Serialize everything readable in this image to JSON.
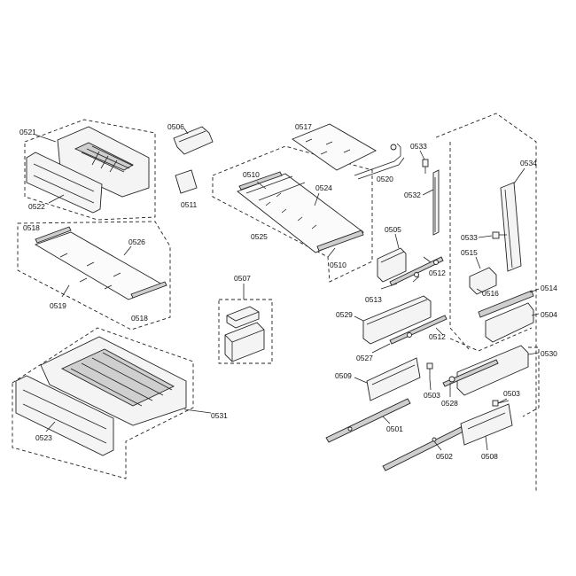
{
  "labels": {
    "l0521": "0521",
    "l0522": "0522",
    "l0506": "0506",
    "l0511": "0511",
    "l0517": "0517",
    "l0533a": "0533",
    "l0534": "0534",
    "l0520": "0520",
    "l0532": "0532",
    "l0510a": "0510",
    "l0524": "0524",
    "l0525": "0525",
    "l0510b": "0510",
    "l0518a": "0518",
    "l0526": "0526",
    "l0519": "0519",
    "l0518b": "0518",
    "l0533b": "0533",
    "l0505": "0505",
    "l0515": "0515",
    "l0512a": "0512",
    "l0513": "0513",
    "l0516": "0516",
    "l0514": "0514",
    "l0507": "0507",
    "l0529": "0529",
    "l0504": "0504",
    "l0527": "0527",
    "l0512b": "0512",
    "l0530": "0530",
    "l0509": "0509",
    "l0503a": "0503",
    "l0528": "0528",
    "l0503b": "0503",
    "l0531": "0531",
    "l0523": "0523",
    "l0501": "0501",
    "l0502": "0502",
    "l0508": "0508"
  }
}
